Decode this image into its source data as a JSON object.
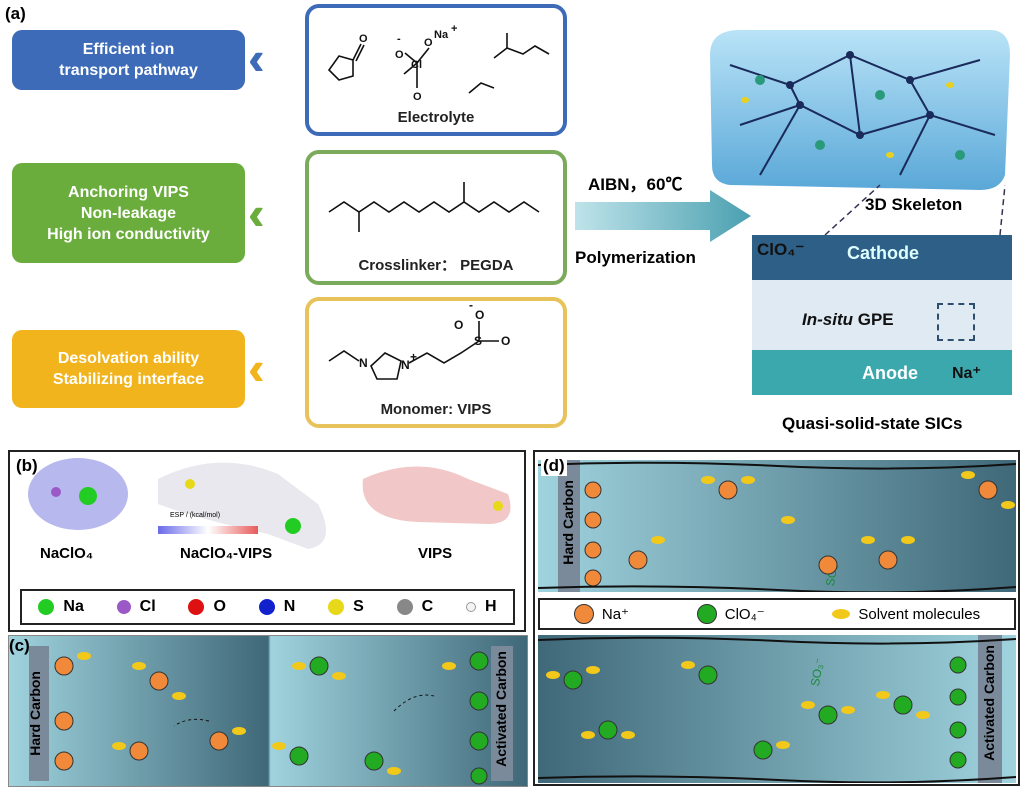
{
  "panel_a": {
    "label": "(a)",
    "features": [
      {
        "lines": [
          "Efficient ion",
          "transport pathway"
        ],
        "color": "#3d6bb8"
      },
      {
        "lines": [
          "Anchoring VIPS",
          "Non-leakage",
          "High ion conductivity"
        ],
        "color": "#6aad3c"
      },
      {
        "lines": [
          "Desolvation ability",
          "Stabilizing interface"
        ],
        "color": "#f2b41c"
      }
    ],
    "components": [
      {
        "caption": "Electrolyte",
        "color": "#3d6bb8",
        "atoms": [
          "O",
          "O",
          "Na",
          "+",
          "O",
          "Cl",
          "O",
          "O",
          "-"
        ]
      },
      {
        "caption": "Crosslinker： PEGDA",
        "color": "#7bab5a"
      },
      {
        "caption": "Monomer: VIPS",
        "color": "#e8c25a",
        "atoms": [
          "N",
          "N",
          "+",
          "O",
          "S",
          "O",
          "O",
          "-"
        ]
      }
    ],
    "reaction": {
      "conditions": "AIBN，60℃",
      "process": "Polymerization"
    },
    "skeleton_label": "3D Skeleton",
    "cell": {
      "cathode": "Cathode",
      "anode": "Anode",
      "anion": "ClO₄⁻",
      "gpe_italic": "In-situ",
      "gpe": " GPE",
      "cation": "Na⁺"
    },
    "cell_caption": "Quasi-solid-state SICs"
  },
  "panel_b": {
    "label": "(b)",
    "molecules": [
      "NaClO₄",
      "NaClO₄-VIPS",
      "VIPS"
    ],
    "esp_label": "ESP / (kcal/mol)",
    "legend": [
      {
        "el": "Na",
        "color": "#22cc22"
      },
      {
        "el": "Cl",
        "color": "#9b59c8"
      },
      {
        "el": "O",
        "color": "#dd1111"
      },
      {
        "el": "N",
        "color": "#1122cc"
      },
      {
        "el": "S",
        "color": "#e8d81a"
      },
      {
        "el": "C",
        "color": "#888888"
      },
      {
        "el": "H",
        "color": "#f4f4f4"
      }
    ]
  },
  "panel_c": {
    "label": "(c)",
    "left_electrode": "Hard Carbon",
    "right_electrode": "Activated Carbon"
  },
  "panel_d": {
    "label": "(d)",
    "left_electrode": "Hard Carbon",
    "right_electrode": "Activated Carbon",
    "so3": "SO₃⁻",
    "legend": {
      "na": "Na⁺",
      "clo4": "ClO₄⁻",
      "solvent": "Solvent molecules"
    }
  }
}
